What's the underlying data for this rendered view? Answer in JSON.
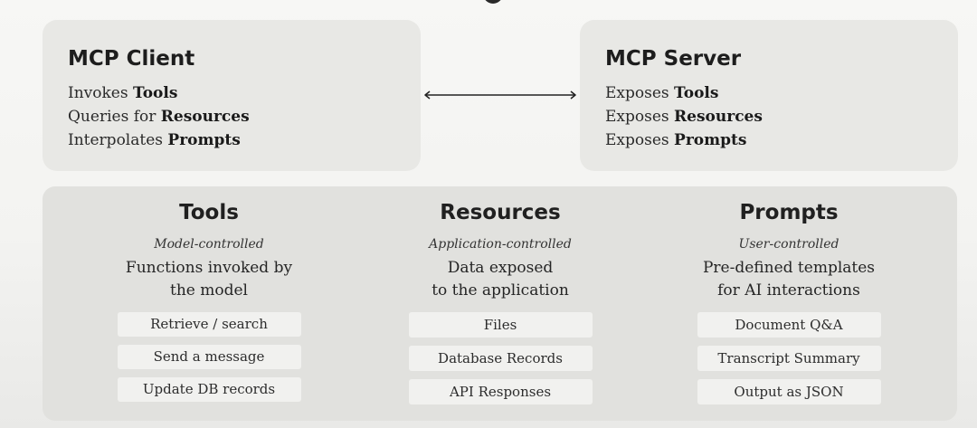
{
  "client": {
    "title": "MCP Client",
    "lines": [
      {
        "prefix": "Invokes ",
        "emphasis": "Tools"
      },
      {
        "prefix": "Queries for ",
        "emphasis": "Resources"
      },
      {
        "prefix": "Interpolates ",
        "emphasis": "Prompts"
      }
    ]
  },
  "server": {
    "title": "MCP Server",
    "lines": [
      {
        "prefix": "Exposes ",
        "emphasis": "Tools"
      },
      {
        "prefix": "Exposes ",
        "emphasis": "Resources"
      },
      {
        "prefix": "Exposes ",
        "emphasis": "Prompts"
      }
    ]
  },
  "connection": {
    "type": "bidirectional-arrow"
  },
  "capabilities": [
    {
      "title": "Tools",
      "subtitle": "Model-controlled",
      "description_lines": [
        "Functions invoked by",
        "the model"
      ],
      "items": [
        "Retrieve / search",
        "Send a message",
        "Update DB records"
      ]
    },
    {
      "title": "Resources",
      "subtitle": "Application-controlled",
      "description_lines": [
        "Data exposed",
        "to the application"
      ],
      "items": [
        "Files",
        "Database Records",
        "API Responses"
      ]
    },
    {
      "title": "Prompts",
      "subtitle": "User-controlled",
      "description_lines": [
        "Pre-defined templates",
        "for AI interactions"
      ],
      "items": [
        "Document Q&A",
        "Transcript Summary",
        "Output as JSON"
      ]
    }
  ],
  "colors": {
    "background": "#f4f4f2",
    "card": "#e8e8e5",
    "panel": "#e1e1de",
    "pill": "#f1f1ef",
    "text": "#1f1f1f",
    "arrow": "#222222"
  }
}
